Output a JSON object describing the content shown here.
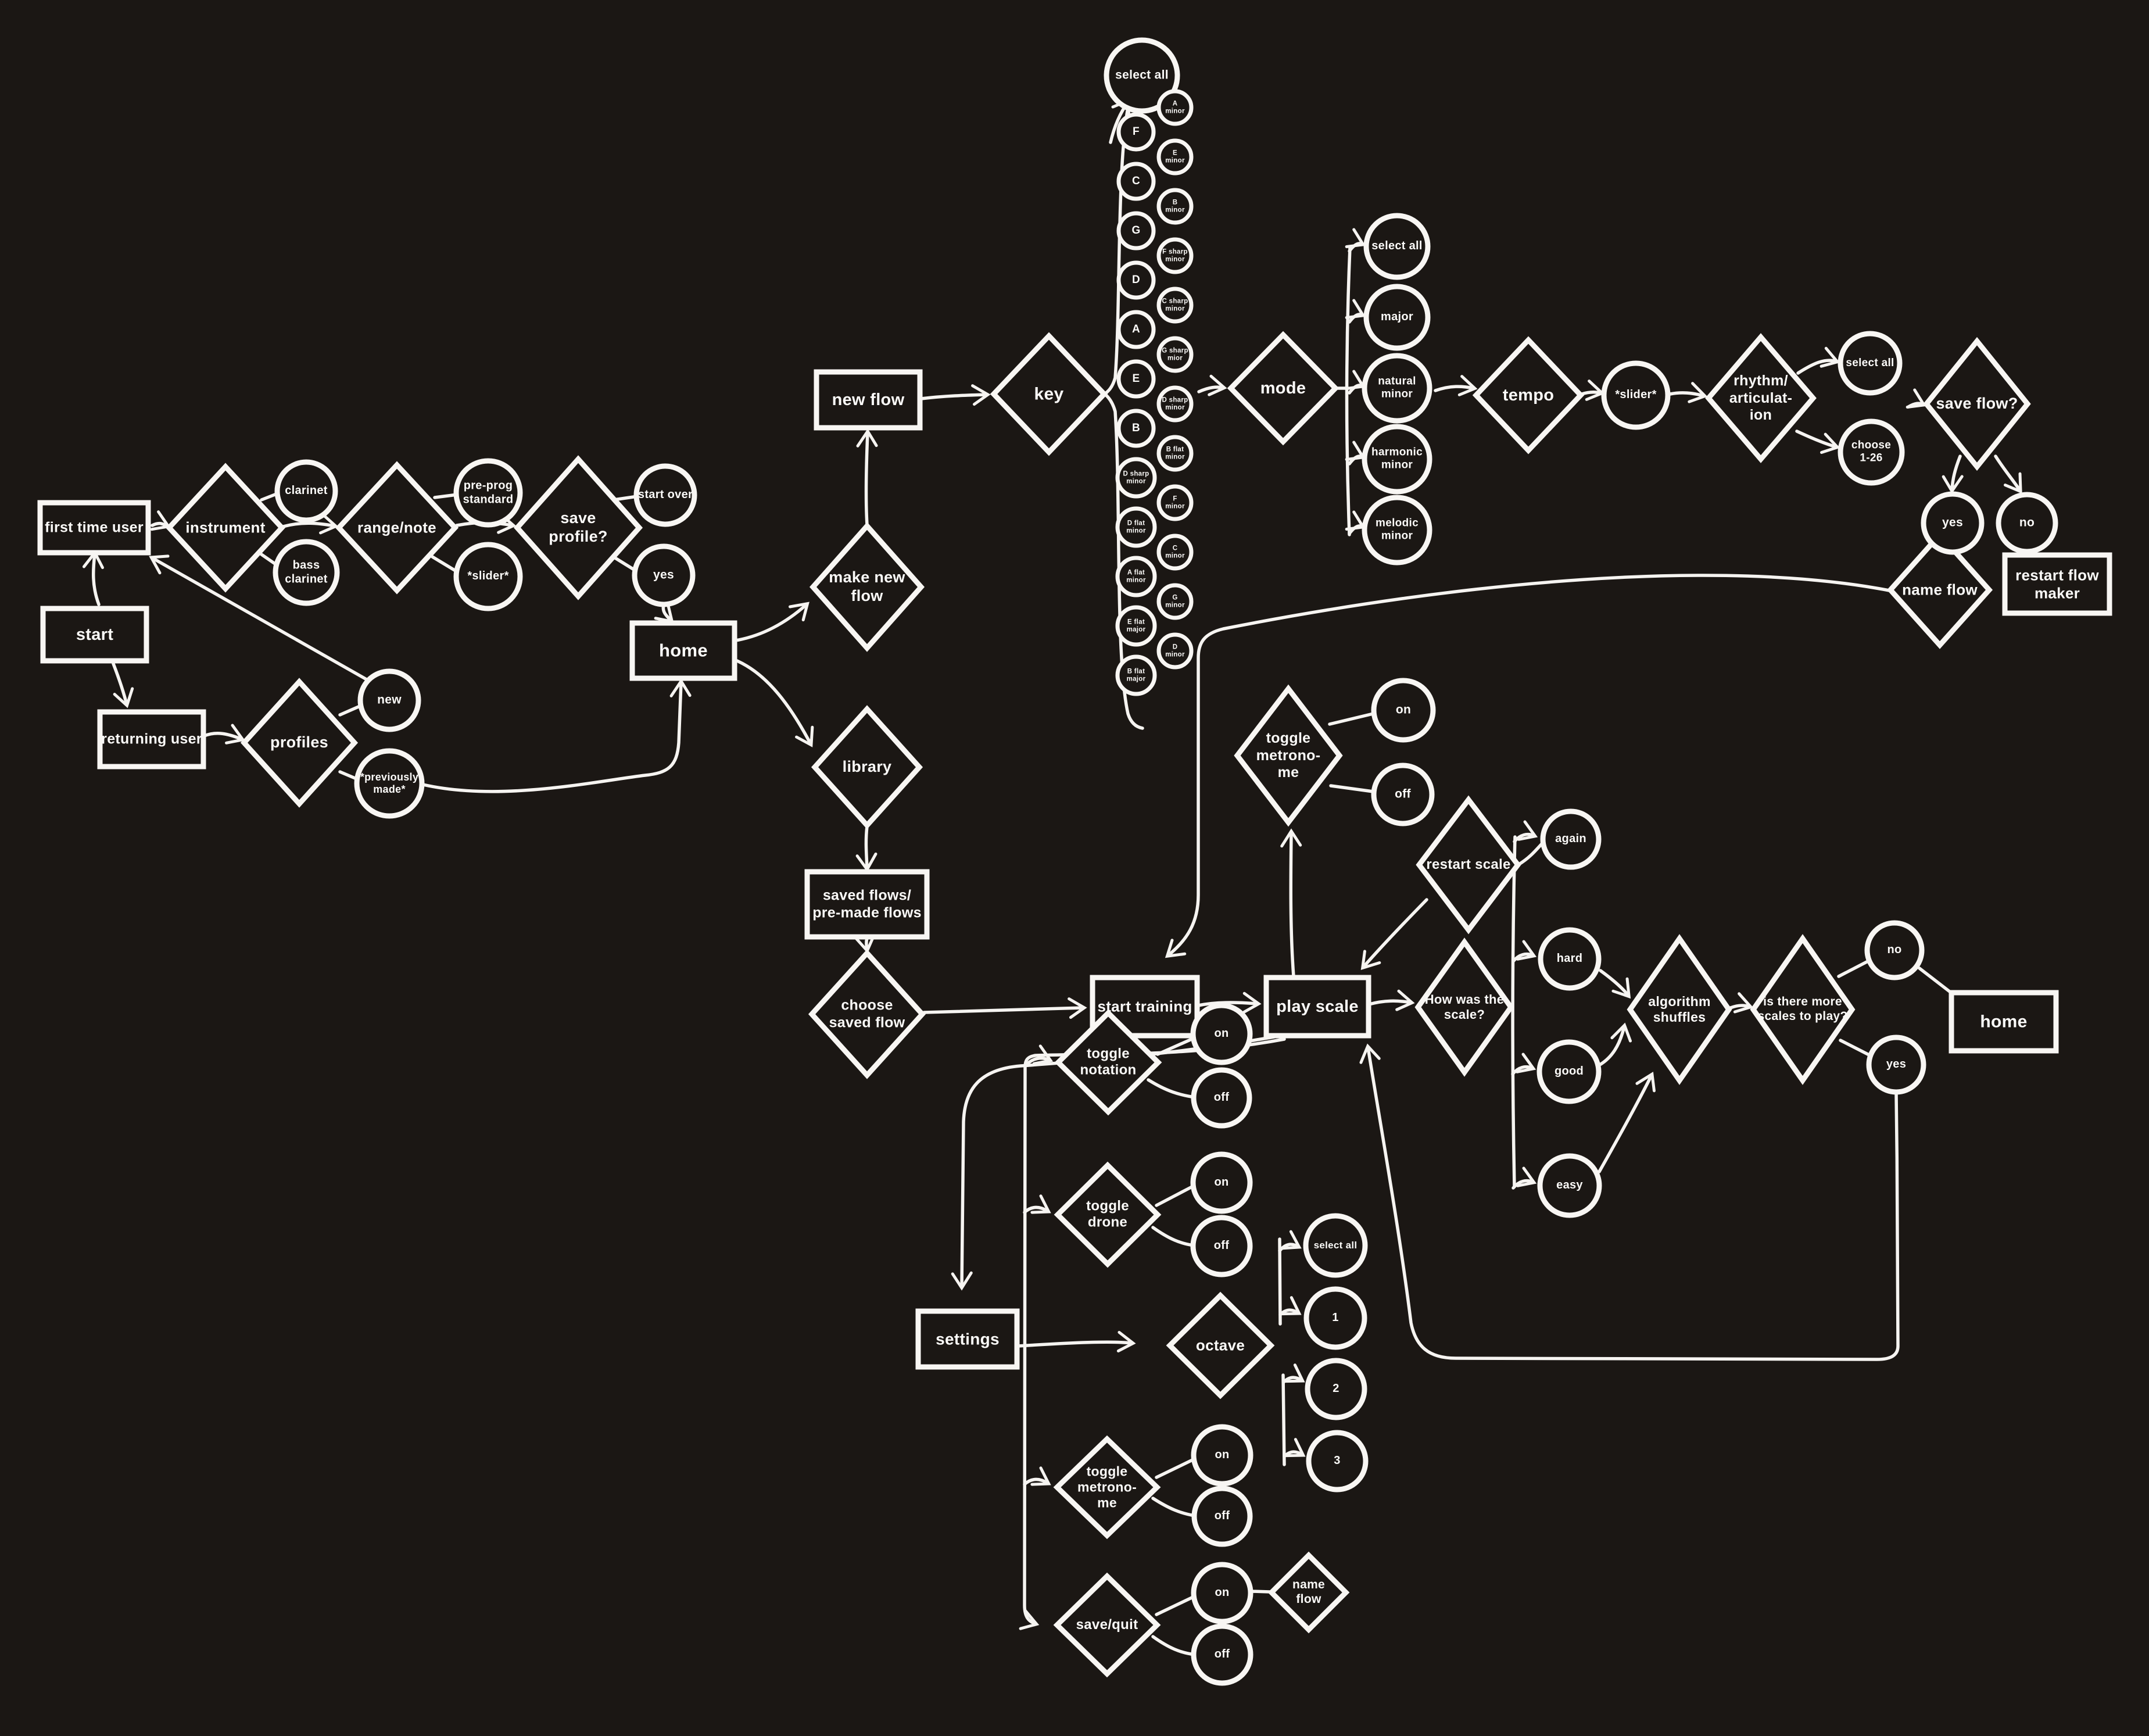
{
  "background": "#1b1714",
  "ink": "#f8f6f3",
  "nodes": {
    "start": "start",
    "first_time_user": "first time user",
    "returning_user": "returning user",
    "home": "home",
    "instrument": "instrument",
    "clarinet": "clarinet",
    "bass_clarinet": "bass\nclarinet",
    "range_note": "range/note",
    "pre_prog": "pre-prog\nstandard",
    "slider": "*slider*",
    "save_profile": "save\nprofile?",
    "start_over": "start over",
    "yes_profile": "yes",
    "profiles": "profiles",
    "new": "new",
    "previously_made": "*previously\nmade*",
    "new_flow": "new flow",
    "make_new_flow": "make new\nflow",
    "library": "library",
    "saved_flows": "saved flows/\npre-made flows",
    "choose_saved_flow": "choose\nsaved flow",
    "key": "key",
    "key_select_all": "select all",
    "mode": "mode",
    "mode_select_all": "select all",
    "major": "major",
    "natural_minor": "natural\nminor",
    "harmonic_minor": "harmonic\nminor",
    "melodic_minor": "melodic\nminor",
    "tempo": "tempo",
    "slider2": "*slider*",
    "rhythm": "rhythm/\narticulat-\nion",
    "r_select_all": "select all",
    "choose_1_26": "choose\n1-26",
    "save_flow": "save flow?",
    "sf_yes": "yes",
    "sf_no": "no",
    "name_flow": "name flow",
    "restart_flow_maker": "restart flow\nmaker",
    "start_training": "start training",
    "play_scale": "play scale",
    "toggle_metronome": "toggle\nmetrono-\nme",
    "m_on": "on",
    "m_off": "off",
    "restart_scale": "restart scale",
    "how_was": "How was the\nscale?",
    "again": "again",
    "hard": "hard",
    "good": "good",
    "easy": "easy",
    "algorithm_shuffles": "algorithm\nshuffles",
    "more_scales": "is there more\nscales to play?",
    "no": "no",
    "yes": "yes",
    "home2": "home",
    "settings": "settings",
    "toggle_notation": "toggle\nnotation",
    "n_on": "on",
    "n_off": "off",
    "toggle_drone": "toggle\ndrone",
    "d_on": "on",
    "d_off": "off",
    "octave": "octave",
    "o_select_all": "select all",
    "o1": "1",
    "o2": "2",
    "o3": "3",
    "toggle_metronome2": "toggle\nmetrono-\nme",
    "m2_on": "on",
    "m2_off": "off",
    "save_quit": "save/quit",
    "sq_on": "on",
    "sq_off": "off",
    "name_flow2": "name\nflow"
  },
  "keys": {
    "left": [
      "F",
      "C",
      "G",
      "D",
      "A",
      "E",
      "B",
      "D sharp\nminor",
      "D flat\nminor",
      "A flat\nminor",
      "E flat\nmajor",
      "B flat\nmajor"
    ],
    "right": [
      "A\nminor",
      "E\nminor",
      "B\nminor",
      "F sharp\nminor",
      "C sharp\nminor",
      "G sharp\nmior",
      "D sharp\nminor",
      "B flat\nminor",
      "F\nminor",
      "C\nminor",
      "G\nminor",
      "D\nminor"
    ]
  }
}
